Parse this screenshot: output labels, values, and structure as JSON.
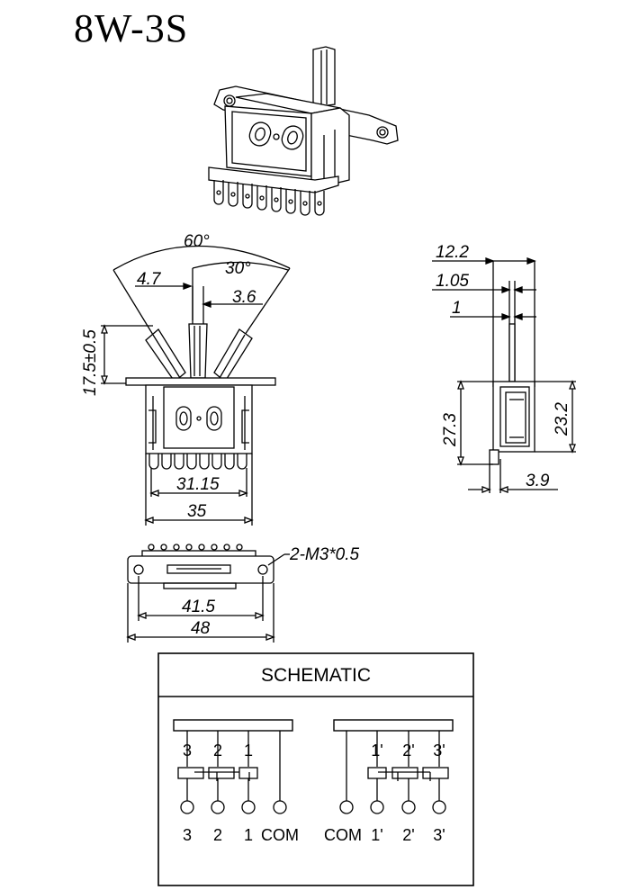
{
  "title": "8W-3S",
  "dimensions": {
    "angle_total": "60°",
    "angle_half": "30°",
    "lever_offset_a": "4.7",
    "lever_offset_b": "3.6",
    "lever_height": "17.5±0.5",
    "inner_width": "31.15",
    "body_width": "35",
    "side_total": "12.2",
    "side_a": "1.05",
    "side_b": "1",
    "side_height": "27.3",
    "side_body_height": "23.2",
    "side_depth": "3.9",
    "mount_hole": "2-M3*0.5",
    "hole_spacing": "41.5",
    "plate_length": "48"
  },
  "schematic": {
    "title": "SCHEMATIC",
    "left": {
      "top_labels": [
        "3",
        "2",
        "1"
      ],
      "bottom_labels": [
        "3",
        "2",
        "1",
        "COM"
      ]
    },
    "right": {
      "top_labels": [
        "1ʹ",
        "2ʹ",
        "3ʹ"
      ],
      "bottom_labels": [
        "COM",
        "1ʹ",
        "2ʹ",
        "3ʹ"
      ]
    }
  }
}
